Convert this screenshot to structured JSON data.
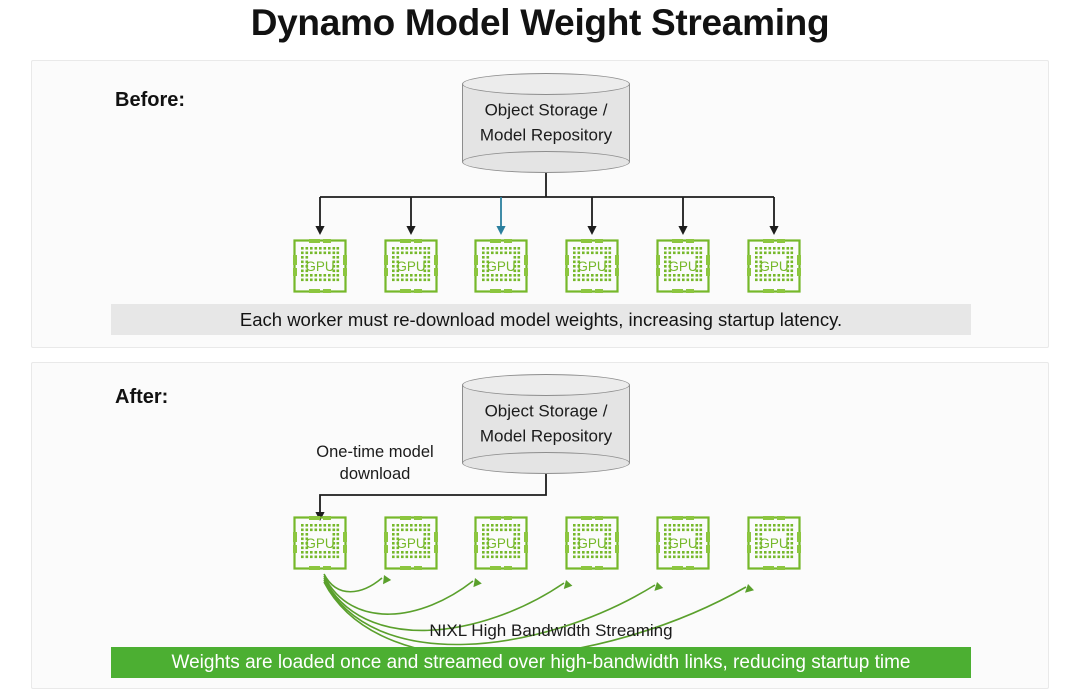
{
  "title": "Dynamo Model Weight Streaming",
  "colors": {
    "gpu_green": "#76b82a",
    "banner_green": "#4caf32",
    "caption_gray": "#e7e7e7",
    "panel_bg": "#fbfbfb",
    "arrow_black": "#1d1d1d",
    "arrow_teal": "#2b7f9e",
    "stream_green": "#5aa02c"
  },
  "before": {
    "stage_label": "Before:",
    "storage": {
      "name": "object-storage",
      "text": "Object Storage /\nModel Repository"
    },
    "gpus": [
      {
        "label": "GPU"
      },
      {
        "label": "GPU"
      },
      {
        "label": "GPU"
      },
      {
        "label": "GPU"
      },
      {
        "label": "GPU"
      },
      {
        "label": "GPU"
      }
    ],
    "caption": "Each worker must re-download model weights, increasing startup latency."
  },
  "after": {
    "stage_label": "After:",
    "storage": {
      "name": "object-storage",
      "text": "Object Storage /\nModel Repository"
    },
    "download_note": "One-time model\ndownload",
    "gpus": [
      {
        "label": "GPU"
      },
      {
        "label": "GPU"
      },
      {
        "label": "GPU"
      },
      {
        "label": "GPU"
      },
      {
        "label": "GPU"
      },
      {
        "label": "GPU"
      }
    ],
    "stream_label": "NIXL High Bandwidth Streaming",
    "caption": "Weights are loaded once and streamed over high-bandwidth links, reducing startup time"
  }
}
